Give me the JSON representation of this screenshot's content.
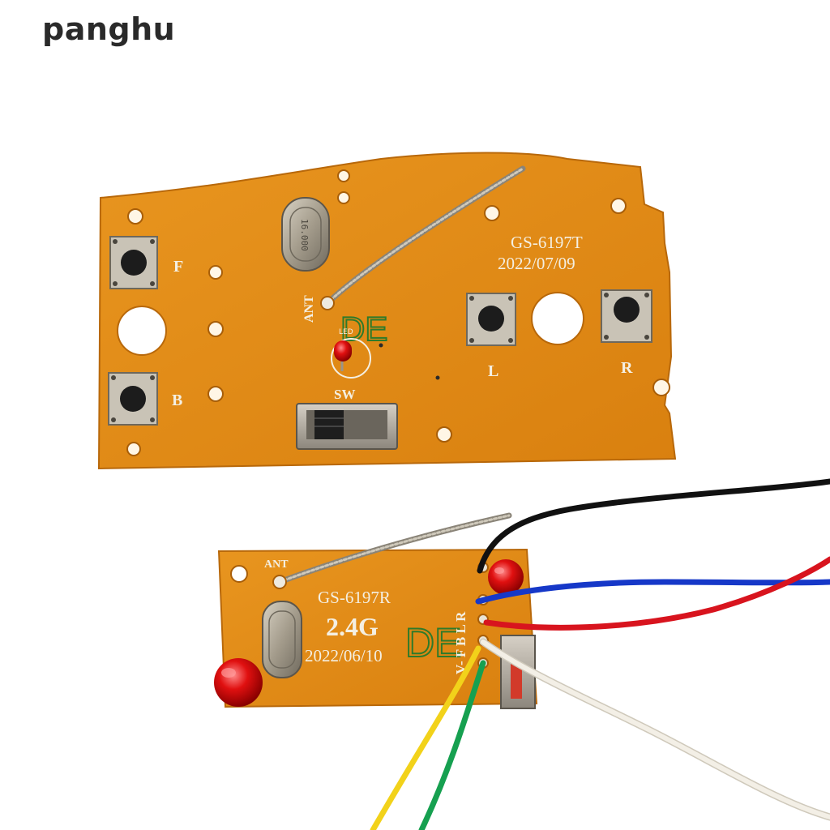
{
  "watermark": "panghu",
  "transmitter": {
    "model": "GS-6197T",
    "date": "2022/07/09",
    "labels": {
      "ant": "ANT",
      "led": "LED",
      "switch": "SW",
      "button_f": "F",
      "button_b": "B",
      "button_l": "L",
      "button_r": "R",
      "marker": "DE"
    },
    "crystal_text": "16.000"
  },
  "receiver": {
    "model": "GS-6197R",
    "band": "2.4G",
    "date": "2022/06/10",
    "labels": {
      "ant": "ANT",
      "pins": "V- F B L R",
      "marker": "DE"
    }
  },
  "colors": {
    "pcb": "#e08a18",
    "pcb_edge": "#c8760e",
    "silkscreen": "#f4efe2",
    "wire_black": "#111111",
    "wire_blue": "#1638c8",
    "wire_red": "#d8141e",
    "wire_white": "#f3efe6",
    "wire_green": "#16a050",
    "wire_yellow": "#f2d21a",
    "led_red": "#e01010"
  }
}
